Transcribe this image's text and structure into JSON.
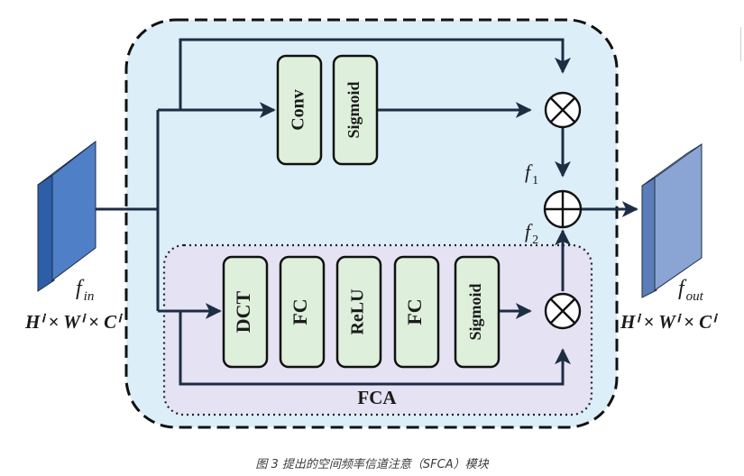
{
  "diagram": {
    "blocks": {
      "conv": "Conv",
      "sigmoid_top": "Sigmoid",
      "dct": "DCT",
      "fc1": "FC",
      "relu": "ReLU",
      "fc2": "FC",
      "sigmoid_bottom": "Sigmoid"
    },
    "fca_label": "FCA",
    "input": {
      "symbol": "f",
      "subscript": "in",
      "dims": "Hⁱ × Wⁱ × Cⁱ"
    },
    "output": {
      "symbol": "f",
      "subscript": "out",
      "dims": "Hⁱ × Wⁱ × Cⁱ"
    },
    "f1": {
      "symbol": "f",
      "subscript": "1"
    },
    "f2": {
      "symbol": "f",
      "subscript": "2"
    },
    "colors": {
      "outer_fill": "#dceef8",
      "fca_fill": "#e4e2f3",
      "block_fill": "#def0dc",
      "line": "#1d2d44",
      "input_map": "#4f7fc7",
      "output_map": "#8aa5d3"
    }
  },
  "caption": "图 3 提出的空间频率信道注意（SFCA）模块"
}
